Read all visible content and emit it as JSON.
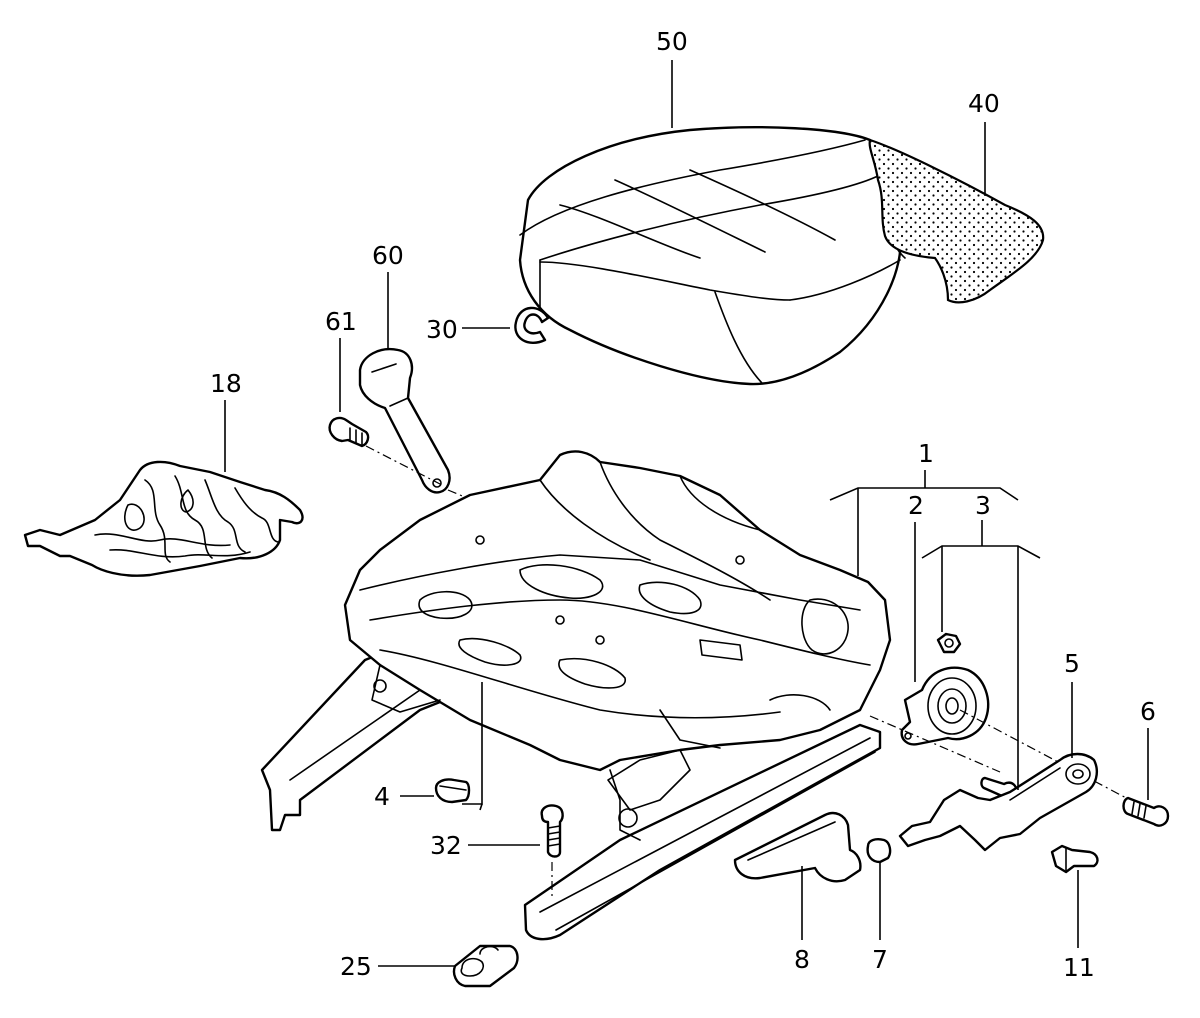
{
  "diagram": {
    "callouts": [
      {
        "id": "c50",
        "text": "50"
      },
      {
        "id": "c40",
        "text": "40"
      },
      {
        "id": "c60",
        "text": "60"
      },
      {
        "id": "c61",
        "text": "61"
      },
      {
        "id": "c30",
        "text": "30"
      },
      {
        "id": "c18",
        "text": "18"
      },
      {
        "id": "c1",
        "text": "1"
      },
      {
        "id": "c2",
        "text": "2"
      },
      {
        "id": "c3",
        "text": "3"
      },
      {
        "id": "c5",
        "text": "5"
      },
      {
        "id": "c6",
        "text": "6"
      },
      {
        "id": "c4",
        "text": "4"
      },
      {
        "id": "c32",
        "text": "32"
      },
      {
        "id": "c25",
        "text": "25"
      },
      {
        "id": "c8",
        "text": "8"
      },
      {
        "id": "c7",
        "text": "7"
      },
      {
        "id": "c11",
        "text": "11"
      }
    ]
  }
}
